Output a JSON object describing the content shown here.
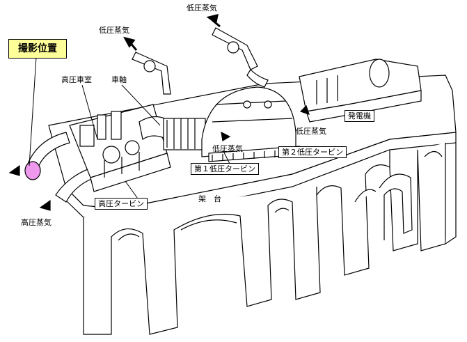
{
  "callout": {
    "text": "撮影位置",
    "fill": "#ffff99"
  },
  "labels": {
    "lp_steam_top": "低圧蒸気",
    "lp_steam_left": "低圧蒸気",
    "hp_casing": "高圧車室",
    "rotor_shaft": "車軸",
    "generator": "発電機",
    "lp_steam_right": "低圧蒸気",
    "lp_steam_mid": "低圧蒸気",
    "lp_turbine_2": "第２低圧タービン",
    "lp_turbine_1": "第１低圧タービン",
    "hp_turbine": "高圧タービン",
    "foundation": "架　台",
    "hp_steam": "高圧蒸気"
  },
  "colors": {
    "line": "#000000",
    "position_marker": "#ee99ee",
    "background": "#ffffff"
  }
}
